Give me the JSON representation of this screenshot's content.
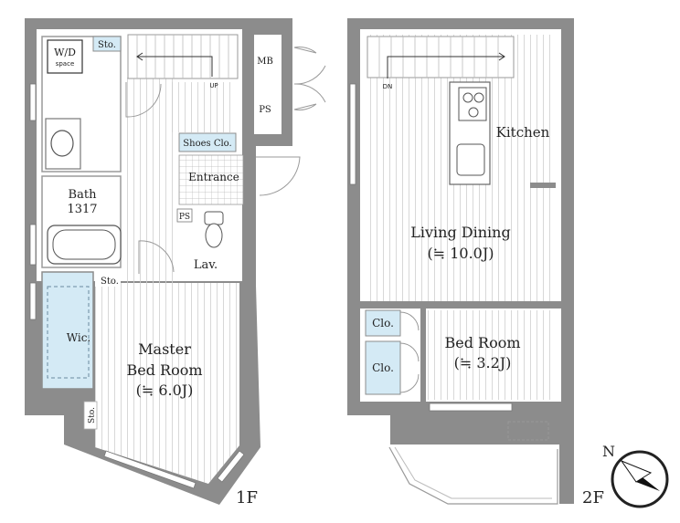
{
  "floors": {
    "first": {
      "label": "1F",
      "rooms": {
        "wd": "W/D",
        "wd_sub": "space",
        "sto_top": "Sto.",
        "up": "UP",
        "mb": "MB",
        "ps_top": "PS",
        "shoes": "Shoes Clo.",
        "entrance": "Entrance",
        "bath": "Bath",
        "bath_size": "1317",
        "ps_small": "PS",
        "lav": "Lav.",
        "sto_mid": "Sto.",
        "wic": "Wic.",
        "master": "Master",
        "master2": "Bed Room",
        "master_size": "(≒ 6.0J)",
        "sto_low": "Sto."
      }
    },
    "second": {
      "label": "2F",
      "rooms": {
        "dn": "DN",
        "kitchen": "Kitchen",
        "living": "Living Dining",
        "living_size": "(≒ 10.0J)",
        "clo1": "Clo.",
        "clo2": "Clo.",
        "bed": "Bed Room",
        "bed_size": "(≒ 3.2J)"
      }
    }
  },
  "compass": {
    "label": "N"
  },
  "colors": {
    "wall": "#8c8c8c",
    "storage": "#d4eaf5",
    "floor_line": "#cfcfcf"
  }
}
